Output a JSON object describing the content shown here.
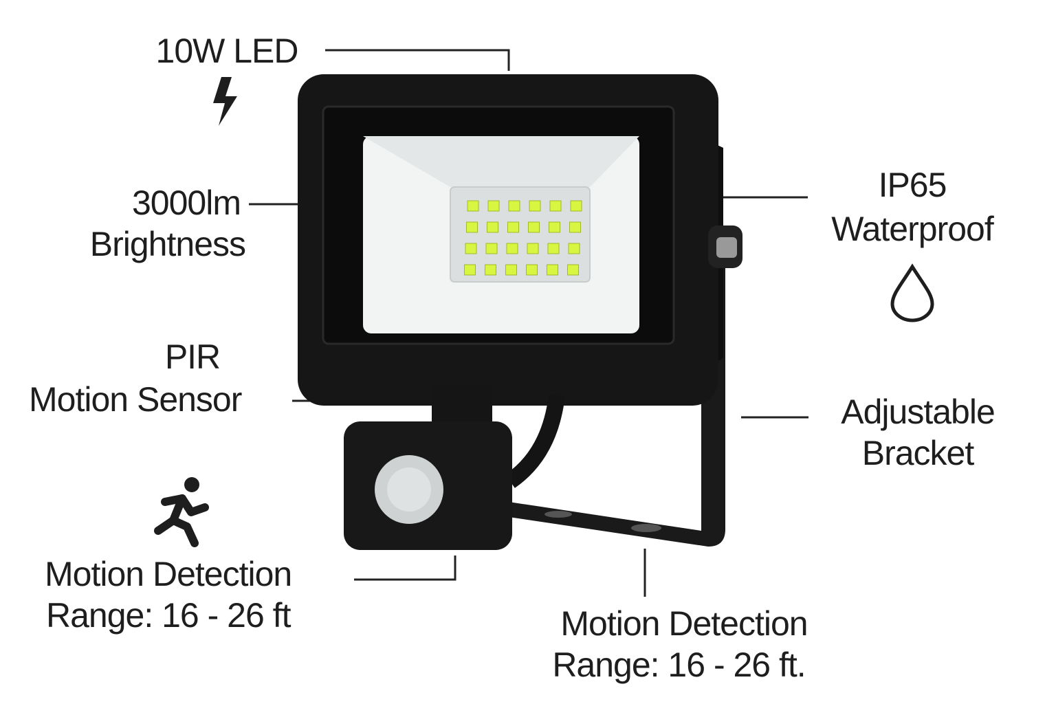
{
  "callouts": {
    "power": {
      "title": "10W LED",
      "icon": "lightning-icon"
    },
    "brightness": {
      "line1": "3000lm",
      "line2": "Brightness"
    },
    "sensor": {
      "line1": "PIR",
      "line2": "Motion Sensor"
    },
    "range_left": {
      "line1": "Motion Detection",
      "line2": "Range: 16 - 26 ft",
      "icon": "running-person-icon"
    },
    "waterproof": {
      "line1": "IP65",
      "line2": "Waterproof",
      "icon": "water-drop-icon"
    },
    "bracket": {
      "line1": "Adjustable",
      "line2": "Bracket"
    },
    "range_bottom": {
      "line1": "Motion Detection",
      "line2": "Range: 16 - 26 ft."
    }
  },
  "colors": {
    "body": "#161616",
    "panel": "#f2f4f4",
    "led": "#d8f542",
    "text": "#1e1e1e"
  }
}
